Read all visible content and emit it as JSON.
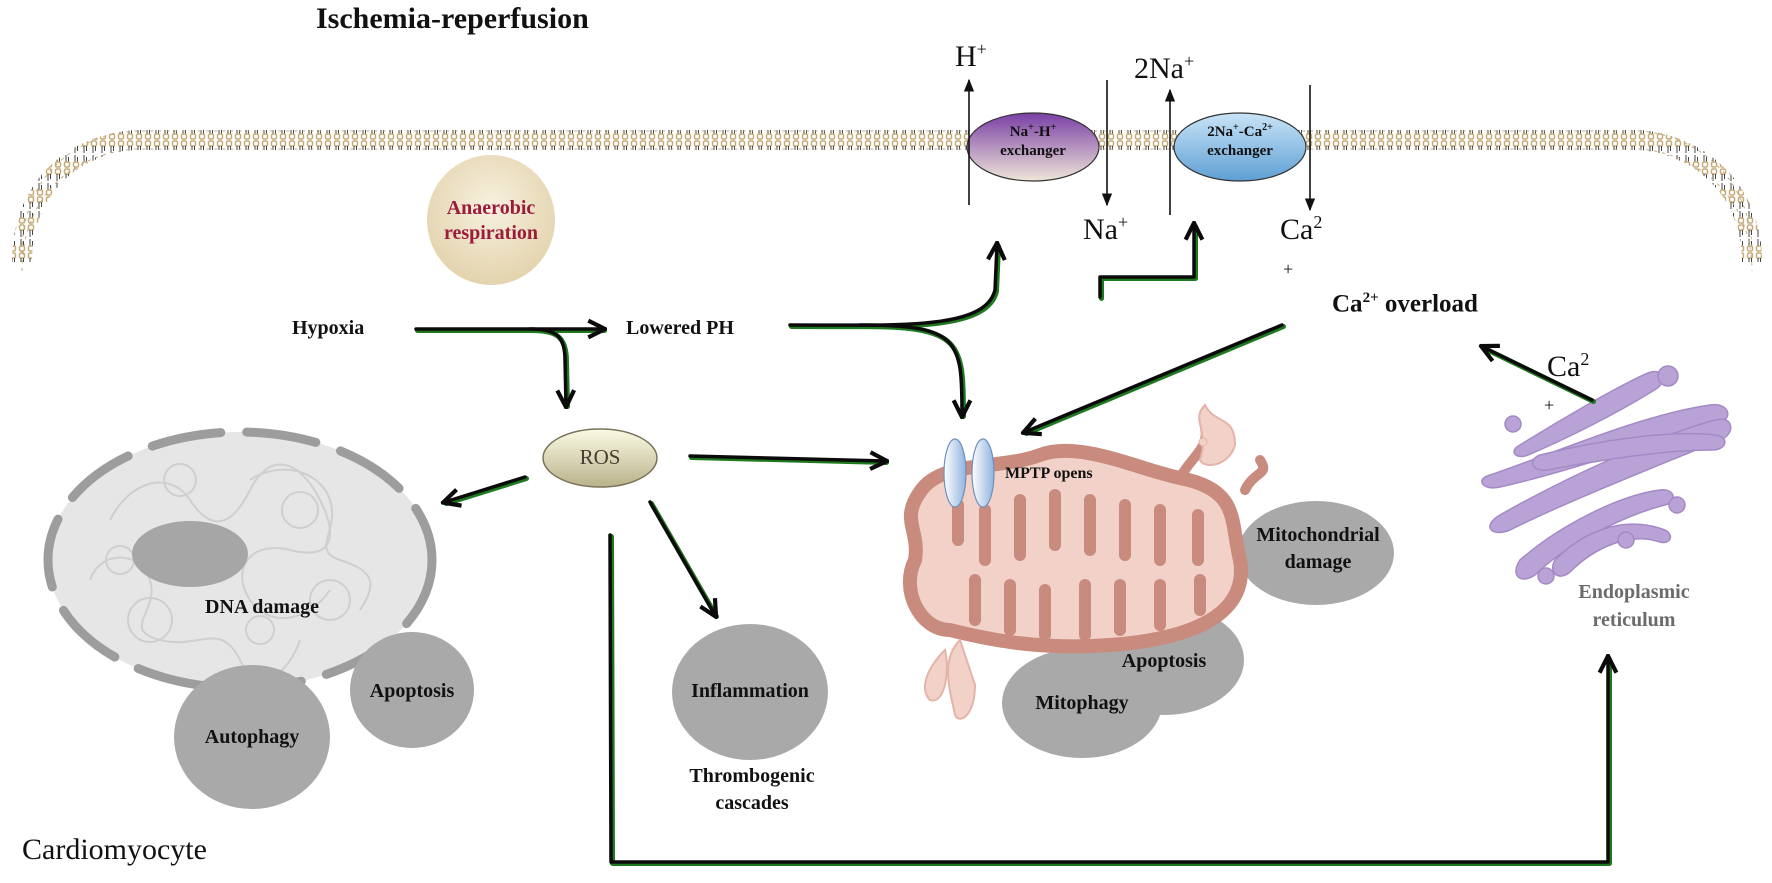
{
  "title": "Ischemia-reperfusion",
  "cell_label": "Cardiomyocyte",
  "colors": {
    "arrow": "#0b0b0b",
    "arrow_shadow": "#1f7a1f",
    "membrane_head": "#c6ab7a",
    "outcome_blob": "#a9a9a9",
    "anaerobic_text": "#9b1b3b",
    "er_fill": "#b9a3d6",
    "er_text": "#6b6b6b",
    "mito_outer": "#c98b7e",
    "mito_inner": "#f2d2c8",
    "nhe_top": "#7a3fa6",
    "ncx_fill": "#6aaede"
  },
  "nodes": {
    "anaerobic": "Anaerobic respiration",
    "hypoxia": "Hypoxia",
    "lowered_ph": "Lowered PH",
    "ros": "ROS",
    "dna_damage": "DNA damage",
    "mptp": "MPTP  opens",
    "mito_damage_1": "Mitochondrial",
    "mito_damage_2": "damage",
    "er_1": "Endoplasmic",
    "er_2": "reticulum",
    "ca_overload_pre": "Ca",
    "ca_overload_sup": "2+",
    "ca_overload_post": " overload",
    "thrombo_1": "Thrombogenic",
    "thrombo_2": "cascades"
  },
  "outcomes": {
    "nucleus_apoptosis": "Apoptosis",
    "nucleus_autophagy": "Autophagy",
    "inflammation": "Inflammation",
    "mito_apoptosis": "Apoptosis",
    "mitophagy": "Mitophagy"
  },
  "exchangers": {
    "nhe": {
      "line1_a": "Na",
      "line1_a_sup": "+",
      "line1_b": "-H",
      "line1_b_sup": "+",
      "line2": "exchanger"
    },
    "ncx": {
      "line1_a": "2Na",
      "line1_a_sup": "+",
      "line1_b": "-Ca",
      "line1_b_sup": "2+",
      "line2": "exchanger"
    }
  },
  "ions": {
    "h_out": {
      "base": "H",
      "sup": "+"
    },
    "na2_out": {
      "base": "2Na",
      "sup": "+"
    },
    "na_in": {
      "base": "Na",
      "sup": "+"
    },
    "ca_in": {
      "base": "Ca",
      "sup": "2",
      "plus": "+"
    },
    "ca_er": {
      "base": "Ca",
      "sup": "2",
      "plus": "+"
    }
  }
}
